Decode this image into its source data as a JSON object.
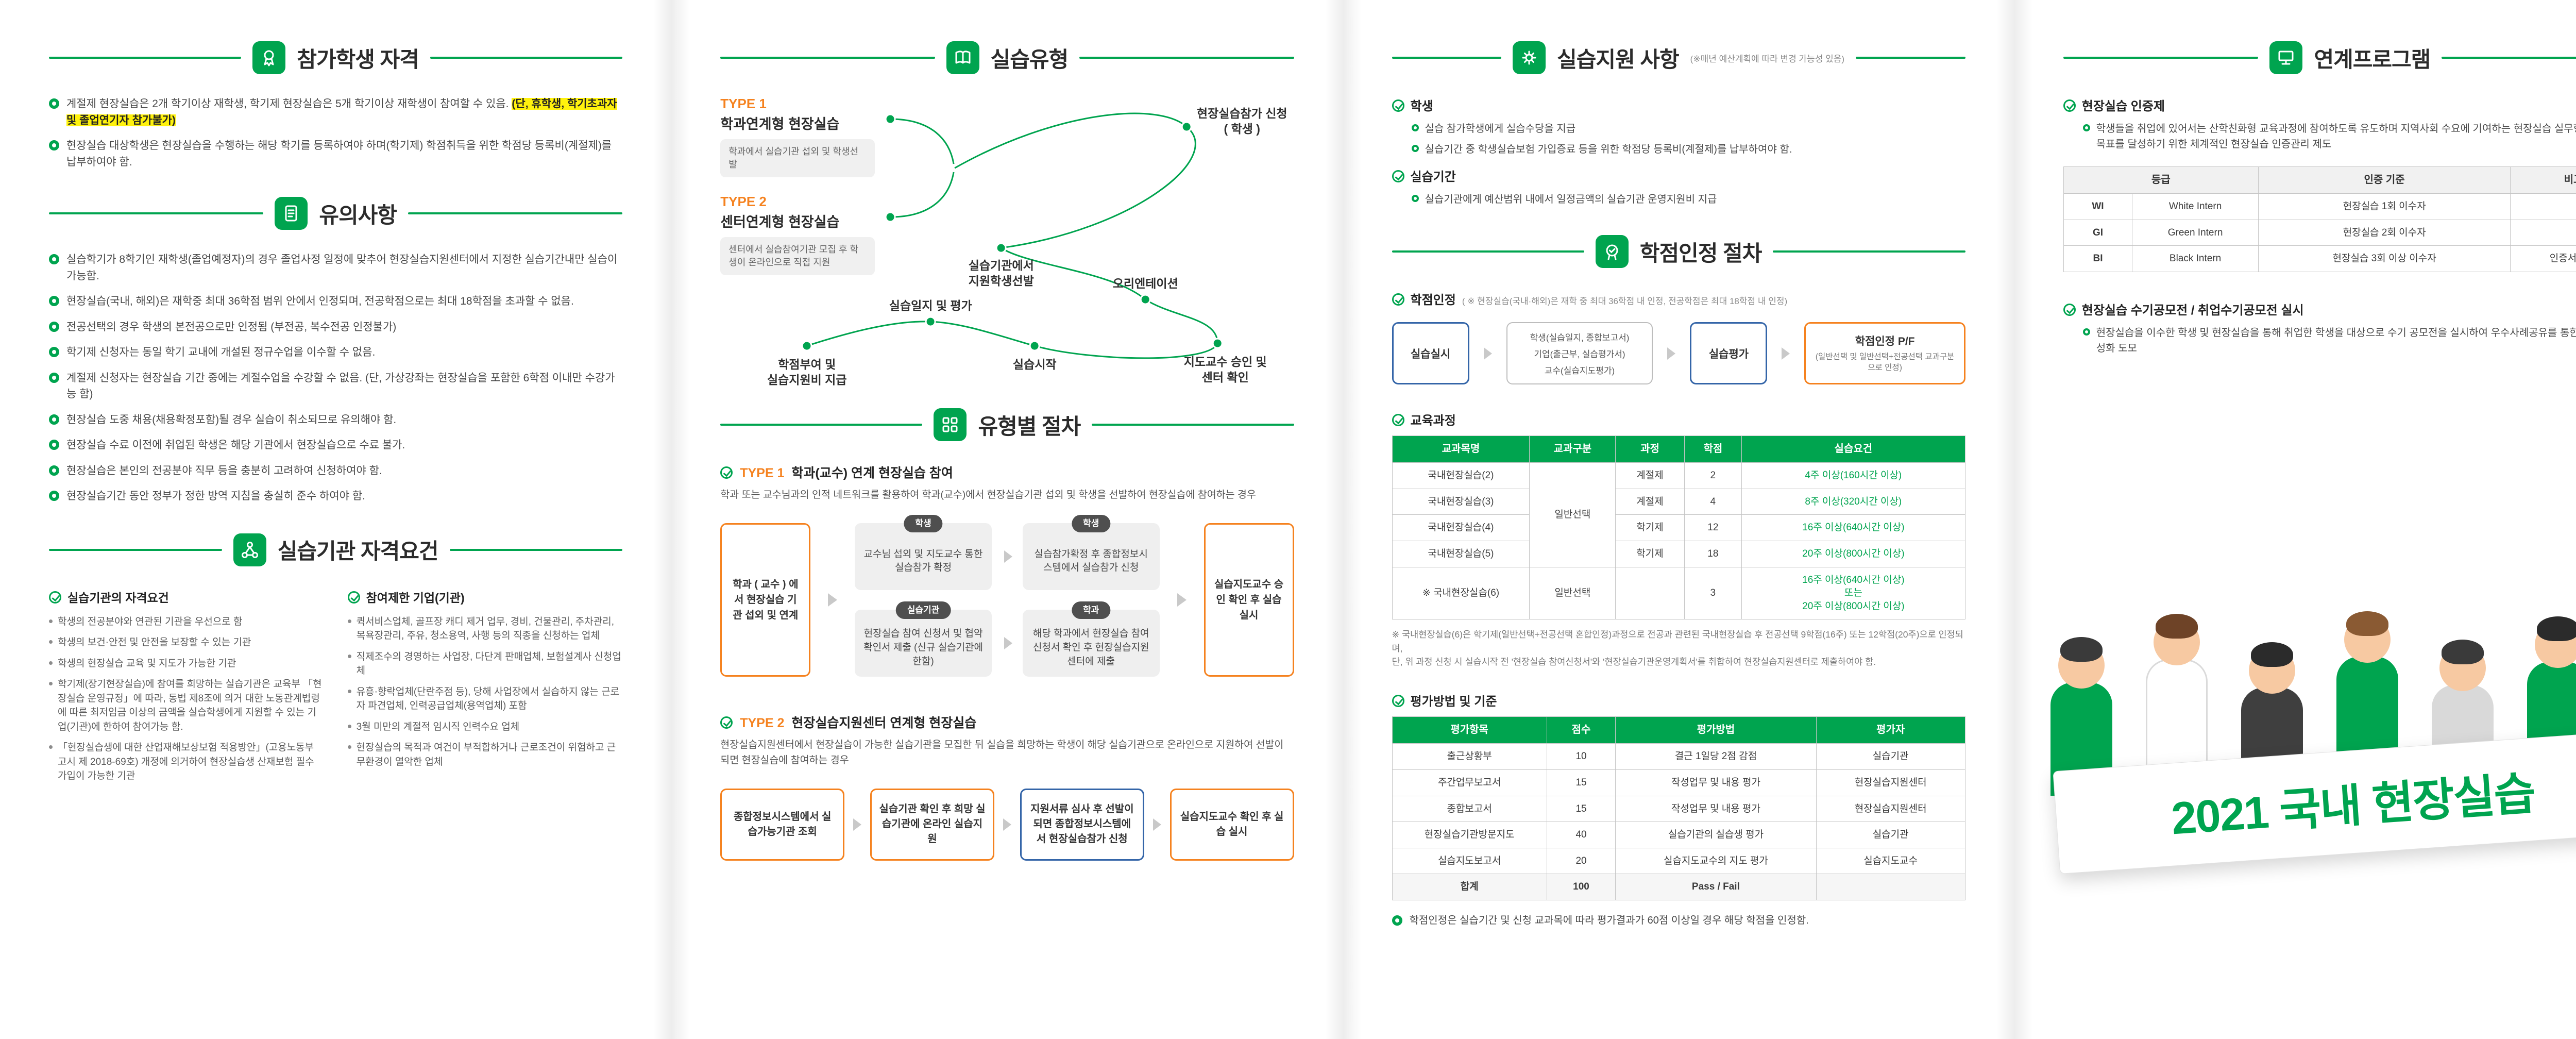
{
  "colors": {
    "green": "#00A44F",
    "orange": "#F5821F",
    "blue": "#3465A8",
    "yellow": "#FFF20D",
    "dark": "#3C3C3C"
  },
  "panel1": {
    "sec1": {
      "title": "참가학생 자격",
      "items": [
        {
          "text": "계절제 현장실습은 2개 학기이상 재학생, 학기제 현장실습은 5개 학기이상 재학생이 참여할 수 있음.",
          "highlight": "(단, 휴학생, 학기초과자 및 졸업연기자 참가불가)"
        },
        {
          "text": "현장실습 대상학생은 현장실습을 수행하는 해당 학기를 등록하여야 하며(학기제) 학점취득을 위한 학점당 등록비(계절제)를 납부하여야 함.",
          "highlight": ""
        }
      ]
    },
    "sec2": {
      "title": "유의사항",
      "items": [
        "실습학기가 8학기인 재학생(졸업예정자)의 경우 졸업사정 일정에 맞추어 현장실습지원센터에서 지정한 실습기간내만 실습이 가능함.",
        "현장실습(국내, 해외)은 재학중 최대 36학점 범위 안에서 인정되며, 전공학점으로는 최대 18학점을 초과할 수 없음.",
        "전공선택의 경우 학생의 본전공으로만 인정됨 (부전공, 복수전공 인정불가)",
        "학기제 신청자는 동일 학기 교내에 개설된 정규수업을 이수할 수 없음.",
        "계절제 신청자는 현장실습 기간 중에는 계절수업을 수강할 수 없음. (단, 가상강좌는 현장실습을 포함한 6학점 이내만 수강가능 함)",
        "현장실습 도중 채용(채용확정포함)될 경우 실습이 취소되므로 유의해야 함.",
        "현장실습 수료 이전에 취업된 학생은 해당 기관에서 현장실습으로 수료 불가.",
        "현장실습은 본인의 전공분야 직무 등을 충분히 고려하여 신청하여야 함.",
        "현장실습기간 동안 정부가 정한 방역 지침을 충실히 준수 하여야 함."
      ]
    },
    "sec3": {
      "title": "실습기관 자격요건",
      "left_title": "실습기관의 자격요건",
      "left_items": [
        "학생의 전공분야와 연관된 기관을 우선으로 함",
        "학생의 보건·안전 및 안전을 보장할 수 있는 기관",
        "학생의 현장실습 교육 및 지도가 가능한 기관",
        "학기제(장기현장실습)에 참여를 희망하는 실습기관은 교육부 「현장실습 운영규정」에 따라, 동법 제8조에 의거 대한 노동관계법령에 따른 최저임금 이상의 금액을 실습학생에게 지원할 수 있는 기업(기관)에 한하여 참여가능 함.",
        "「현장실습생에 대한 산업재해보상보험 적용방안」(고용노동부 고시 제 2018-69호) 개정에 의거하여 현장실습생 산재보험 필수 가입이 가능한 기관"
      ],
      "right_title": "참여제한 기업(기관)",
      "right_items": [
        "퀵서비스업체, 골프장 캐디 제거 업무, 경비, 건물관리, 주차관리, 목욕장관리, 주유, 청소용역, 사행 등의 직종을 신청하는 업체",
        "직제조수의 경영하는 사업장, 다단계 판매업체, 보험설계사 신청업체",
        "유흥·향락업체(단란주점 등), 당해 사업장에서 실습하지 않는 근로자 파견업체, 인력공급업체(용역업체) 포함",
        "3월 미만의 계절적 임시직 인력수요 업체",
        "현장실습의 목적과 여건이 부적합하거나 근로조건이 위험하고 근무환경이 열악한 업체"
      ]
    }
  },
  "panel2": {
    "sec1": {
      "title": "실습유형",
      "type1_label": "TYPE 1",
      "type1_name": "학과연계형 현장실습",
      "type1_desc": "학과에서 실습기관 섭외 및 학생선발",
      "type2_label": "TYPE 2",
      "type2_name": "센터연계형 현장실습",
      "type2_desc": "센터에서 실습참여기관 모집 후 학생이 온라인으로 직접 지원",
      "nodes": {
        "select": "실습기관에서\n지원학생선발",
        "apply": "현장실습참가 신청\n( 학생 )",
        "orientation": "오리엔테이션",
        "approve": "지도교수 승인 및\n센터 확인",
        "start": "실습시작",
        "journal": "실습일지 및 평가",
        "credit": "학점부여 및\n실습지원비 지급"
      }
    },
    "sec2": {
      "title": "유형별 절차",
      "t1_label": "TYPE 1",
      "t1_title": "학과(교수) 연계 현장실습 참여",
      "t1_desc": "학과 또는 교수님과의 인적 네트워크를 활용하여 학과(교수)에서 현장실습기관 섭외 및 학생을 선발하여 현장실습에 참여하는 경우",
      "t1_start": "학과 ( 교수 ) 에서 현장실습 기관 섭외 및 연계",
      "t1_steps": [
        {
          "head": "학생",
          "body": "교수님 섭외 및 지도교수 통한 실습참가 확정"
        },
        {
          "head": "실습기관",
          "body": "현장실습 참여 신청서 및 협약 확인서 제출 (신규 실습기관에 한함)"
        },
        {
          "head": "학생",
          "body": "실습참가확정 후 종합정보시스템에서 실습참가 신청"
        },
        {
          "head": "학과",
          "body": "해당 학과에서 현장실습 참여 신청서 확인 후 현장실습지원센터에 제출"
        }
      ],
      "t1_end": "실습지도교수 승인 확인 후 실습 실시",
      "t2_label": "TYPE 2",
      "t2_title": "현장실습지원센터 연계형 현장실습",
      "t2_desc": "현장실습지원센터에서 현장실습이 가능한 실습기관을 모집한 뒤 실습을 희망하는 학생이 해당 실습기관으로 온라인으로 지원하여 선발이 되면 현장실습에 참여하는 경우",
      "t2_steps": [
        "종합정보시스템에서 실습가능기관 조회",
        "실습기관 확인 후 희망 실습기관에 온라인 실습지원",
        "지원서류 심사 후 선발이 되면 종합정보시스템에서 현장실습참가 신청",
        "실습지도교수 확인 후 실습 실시"
      ]
    }
  },
  "panel3": {
    "sec1": {
      "title": "실습지원 사항",
      "note": "(※매년 예산계획에 따라 변경 가능성 있음)",
      "student_label": "학생",
      "student_items": [
        "실습 참가학생에게 실습수당을 지급",
        "실습기간 중 학생실습보험 가입증료 등을 위한 학점당 등록비(계절제)를 납부하여야 함."
      ],
      "period_label": "실습기간",
      "period_items": [
        "실습기관에게 예산범위 내에서 일정금액의 실습기관 운영지원비 지급"
      ]
    },
    "sec2": {
      "title": "학점인정 절차",
      "credit_label": "학점인정",
      "credit_note": "( ※ 현장실습(국내·해외)은 재학 중 최대 36학점 내 인정, 전공학점은 최대 18학점 내 인정)",
      "flow": {
        "step1": "실습실시",
        "step2_lines": [
          "학생(실습일지, 종합보고서)",
          "기업(출근부, 실습평가서)",
          "교수(실습지도평가)"
        ],
        "step3": "실습평가",
        "step4_title": "학점인정 P/F",
        "step4_sub": "(일반선택 및 일반선택+전공선택 교과구분으로 인정)"
      },
      "curriculum_label": "교육과정",
      "cur_headers": [
        "교과목명",
        "교과구분",
        "과정",
        "학점",
        "실습요건"
      ],
      "cur": {
        "r1": {
          "name": "국내현장실습(2)",
          "type": "일반선택",
          "course": "계절제",
          "credit": "2",
          "req": "4주 이상(160시간 이상)"
        },
        "r2": {
          "name": "국내현장실습(3)",
          "course": "계절제",
          "credit": "4",
          "req": "8주 이상(320시간 이상)"
        },
        "r3": {
          "name": "국내현장실습(4)",
          "course": "학기제",
          "credit": "12",
          "req": "16주 이상(640시간 이상)"
        },
        "r4": {
          "name": "국내현장실습(5)",
          "course": "학기제",
          "credit": "18",
          "req": "20주 이상(800시간 이상)"
        },
        "r5": {
          "name": "※ 국내현장실습(6)",
          "type": "일반선택",
          "course": "",
          "credit": "3",
          "req": "16주 이상(640시간 이상)\n또는\n20주 이상(800시간 이상)"
        }
      },
      "cur_note1": "※ 국내현장실습(6)은 학기제(일반선택+전공선택 혼합인정)과정으로 전공과 관련된 국내현장실습 후 전공선택 9학점(16주) 또는 12학점(20주)으로 인정되며,",
      "cur_note2": "단, 위 과정 신청 시 실습시작 전 '현장실습 참여신청서'와 '현장실습기관운영계획서'를 취합하여 현장실습지원센터로 제출하여야 함.",
      "eval_label": "평가방법 및 기준",
      "eval_headers": [
        "평가항목",
        "점수",
        "평가방법",
        "평가자"
      ],
      "eval_rows": [
        {
          "item": "출근상황부",
          "score": "10",
          "method": "결근 1일당 2점 감점",
          "rater": "실습기관"
        },
        {
          "item": "주간업무보고서",
          "score": "15",
          "method": "작성업무 및 내용 평가",
          "rater": "현장실습지원센터"
        },
        {
          "item": "종합보고서",
          "score": "15",
          "method": "작성업무 및 내용 평가",
          "rater": "현장실습지원센터"
        },
        {
          "item": "현장실습기관방문지도",
          "score": "40",
          "method": "실습기관의 실습생 평가",
          "rater": "실습기관"
        },
        {
          "item": "실습지도보고서",
          "score": "20",
          "method": "실습지도교수의 지도 평가",
          "rater": "실습지도교수"
        },
        {
          "item": "합계",
          "score": "100",
          "method": "Pass / Fail",
          "rater": ""
        }
      ],
      "bottom_note": "학점인정은 실습기간 및 신청 교과목에 따라 평가결과가 60점 이상일 경우 해당 학점을 인정함."
    }
  },
  "panel4": {
    "title": "연계프로그램",
    "cert_label": "현장실습 인증제",
    "cert_desc": "학생들을 취업에 있어서는 산학친화형 교육과정에 참여하도록 유도하며 지역사회 수요에 기여하는 현장실습 실무형 인재양성의 목표를 달성하기 위한 체계적인 현장실습 인증관리 제도",
    "cert_headers": {
      "grade": "등급",
      "criteria": "인증 기준",
      "note": "비고"
    },
    "cert_rows": [
      {
        "code": "WI",
        "name": "White Intern",
        "criteria": "현장실습 1회 이수자",
        "note": ""
      },
      {
        "code": "GI",
        "name": "Green Intern",
        "criteria": "현장실습 2회 이수자",
        "note": ""
      },
      {
        "code": "BI",
        "name": "Black Intern",
        "criteria": "현장실습 3회 이상 이수자",
        "note": "인증서 발급"
      }
    ],
    "contest_label": "현장실습 수기공모전 / 취업수기공모전 실시",
    "contest_desc": "현장실습을 이수한 학생 및 현장실습을 통해 취업한 학생을 대상으로 수기 공모전을 실시하여 우수사례공유를 통한 현장실습 활성화 도모",
    "banner": "2021 국내 현장실습"
  }
}
